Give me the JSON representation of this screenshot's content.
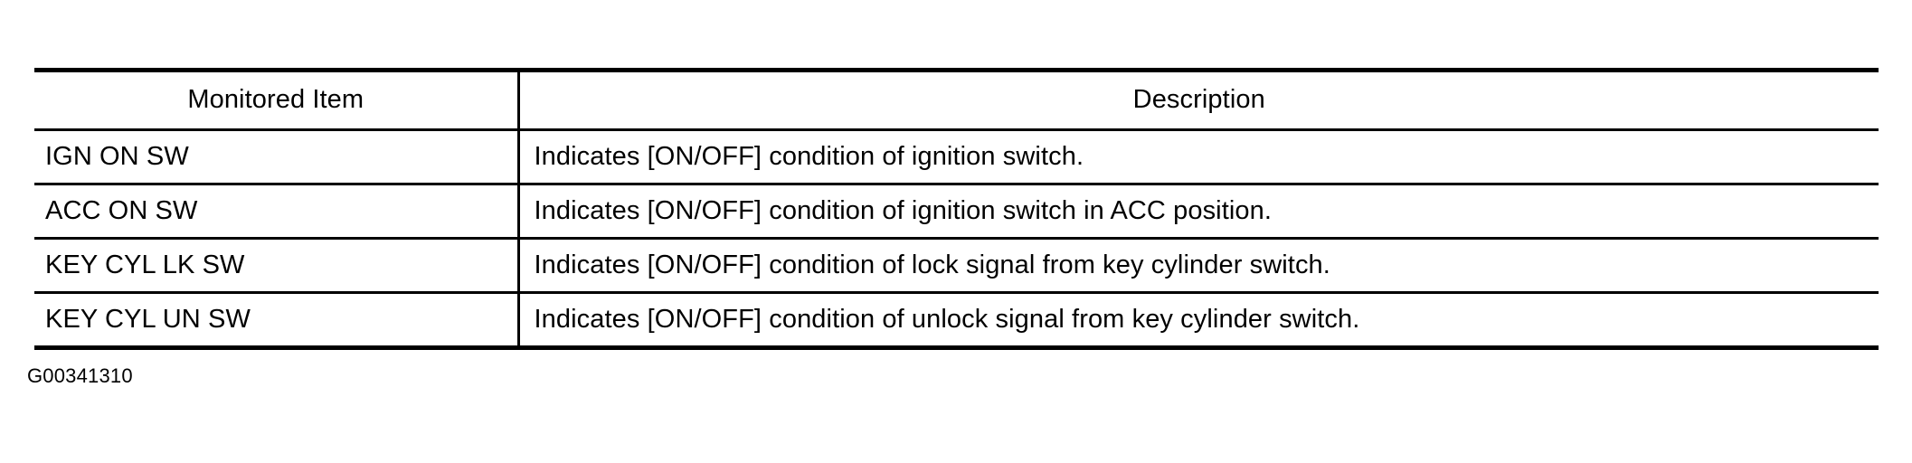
{
  "document": {
    "background_color": "#ffffff",
    "ink_color": "#000000"
  },
  "table": {
    "columns": [
      {
        "key": "monitored_item",
        "header": "Monitored Item",
        "align": "center"
      },
      {
        "key": "description",
        "header": "Description",
        "align": "center"
      }
    ],
    "rows": [
      {
        "monitored_item": "IGN ON SW",
        "description": "Indicates [ON/OFF] condition of ignition switch."
      },
      {
        "monitored_item": "ACC ON SW",
        "description": "Indicates [ON/OFF] condition of ignition switch in ACC position."
      },
      {
        "monitored_item": "KEY CYL LK SW",
        "description": "Indicates [ON/OFF] condition of lock signal from key cylinder switch."
      },
      {
        "monitored_item": "KEY CYL UN SW",
        "description": "Indicates [ON/OFF] condition of unlock signal from key cylinder switch."
      }
    ]
  },
  "figure": {
    "caption": "G00341310"
  }
}
